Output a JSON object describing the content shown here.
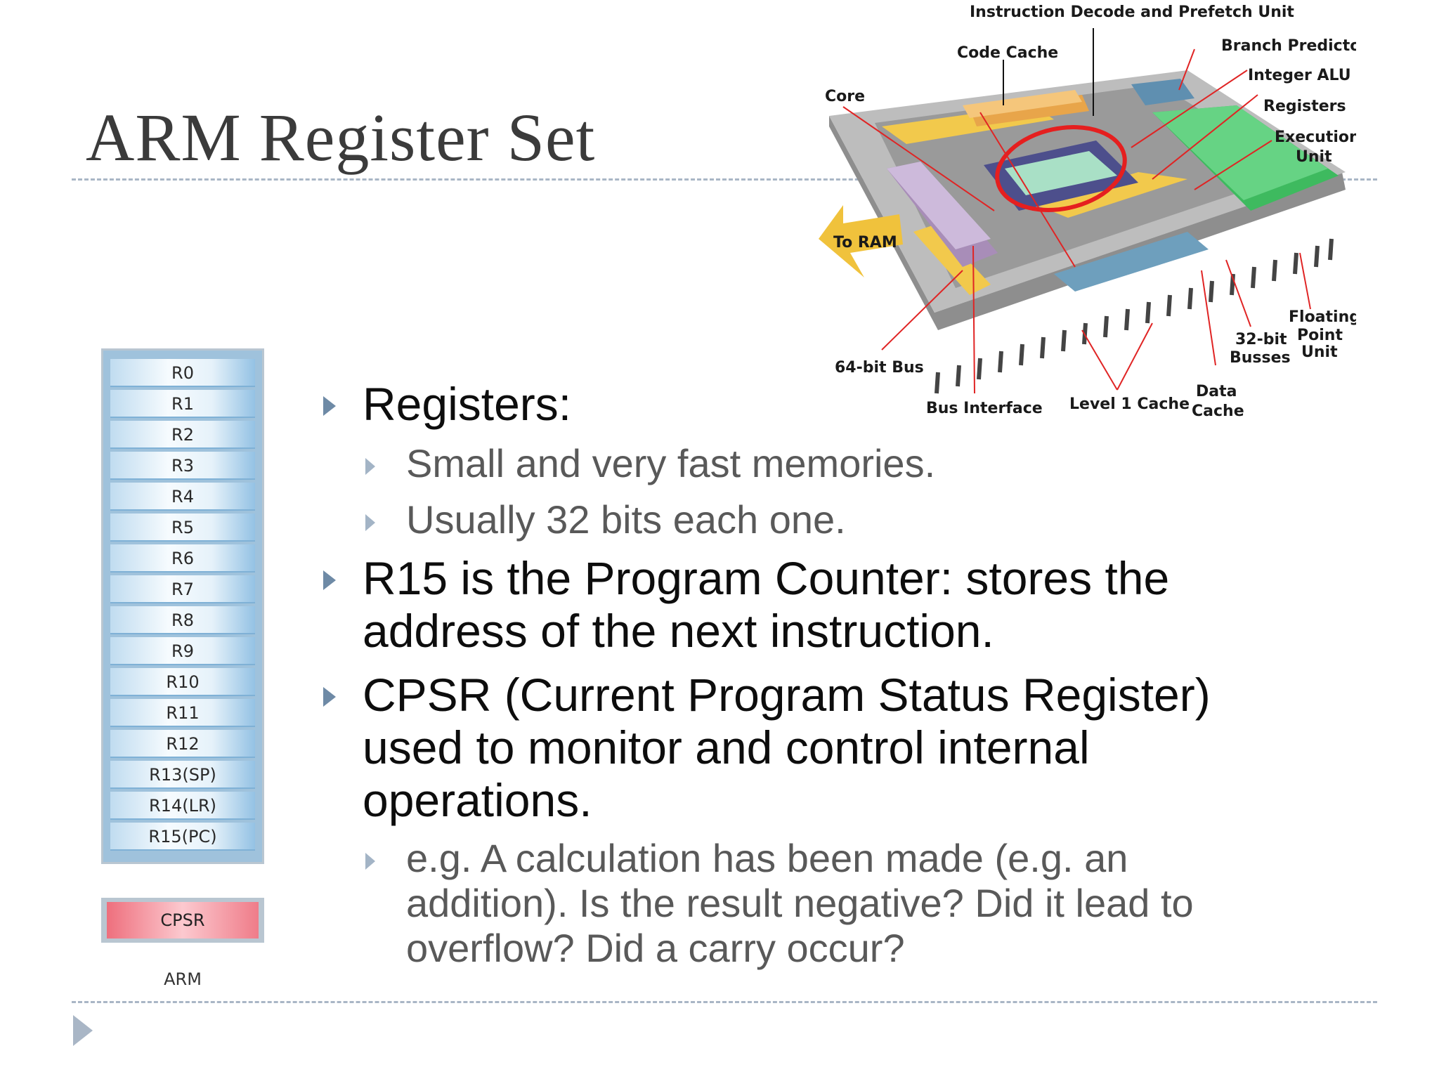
{
  "title": "ARM Register Set",
  "registers": [
    "R0",
    "R1",
    "R2",
    "R3",
    "R4",
    "R5",
    "R6",
    "R7",
    "R8",
    "R9",
    "R10",
    "R11",
    "R12",
    "R13(SP)",
    "R14(LR)",
    "R15(PC)"
  ],
  "cpsr_label": "CPSR",
  "arch_label": "ARM",
  "bullets": {
    "registers": {
      "text": "Registers:",
      "sub": [
        "Small and very fast memories.",
        "Usually 32 bits each one."
      ]
    },
    "pc": {
      "line1": "R15 is the Program Counter: stores the",
      "line2": "address of the next instruction."
    },
    "cpsr": {
      "line1": "CPSR (Current Program Status Register)",
      "line2": "used to monitor and control internal",
      "line3": "operations.",
      "sub": {
        "line1": "e.g. A calculation has been made (e.g. an",
        "line2": "addition). Is the result negative? Did it lead to",
        "line3": "overflow? Did a carry occur?"
      }
    }
  },
  "diagram": {
    "labels": {
      "idpu": "Instruction Decode and Prefetch Unit",
      "code_cache": "Code Cache",
      "branch_predictor": "Branch Predictor",
      "integer_alu": "Integer ALU",
      "registers": "Registers",
      "execution_unit_1": "Execution",
      "execution_unit_2": "Unit",
      "core": "Core",
      "to_ram": "To RAM",
      "bus64": "64-bit Bus",
      "bus_interface": "Bus Interface",
      "l1_cache": "Level 1 Cache",
      "data_cache_1": "Data",
      "data_cache_2": "Cache",
      "busses32_1": "32-bit",
      "busses32_2": "Busses",
      "fpu_1": "Floating",
      "fpu_2": "Point",
      "fpu_3": "Unit"
    }
  }
}
